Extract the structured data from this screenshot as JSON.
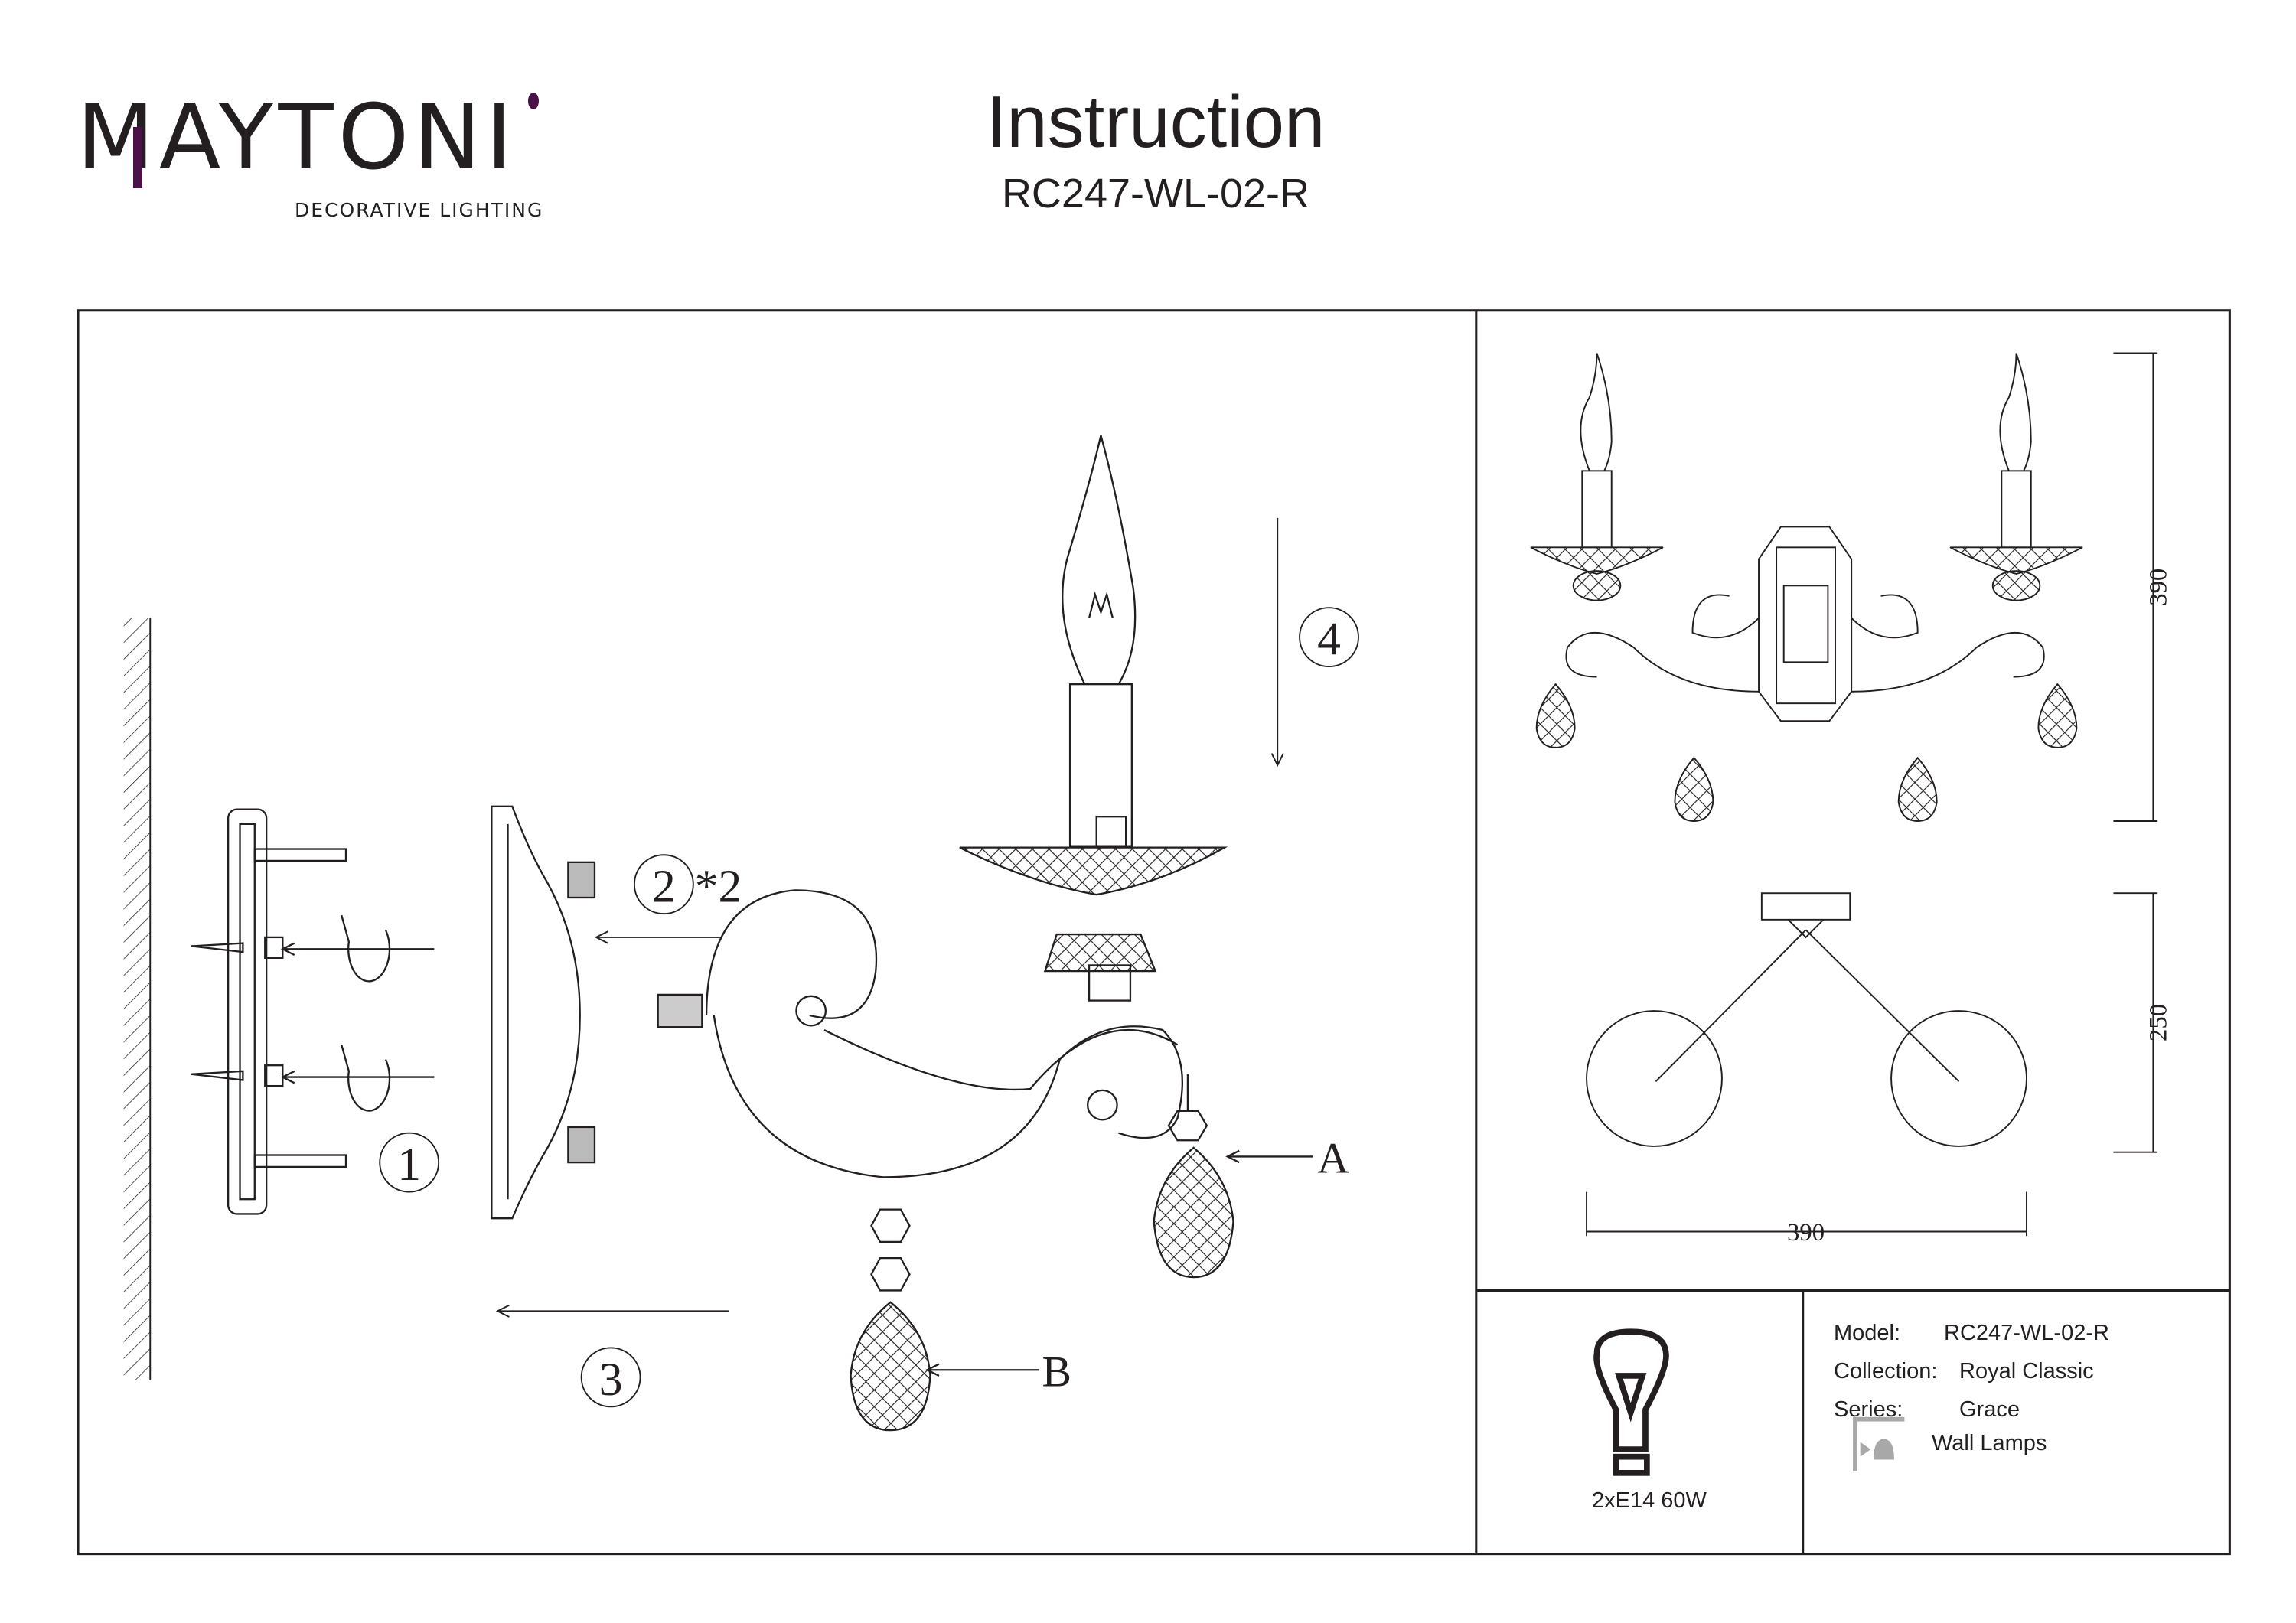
{
  "header": {
    "brand": "MAYTONI",
    "brand_tagline": "DECORATIVE LIGHTING",
    "brand_accent": "#4a1248",
    "title": "Instruction",
    "model": "RC247-WL-02-R"
  },
  "assembly": {
    "step_1": "1",
    "step_2": "2",
    "step_2_qty": "*2",
    "step_3": "3",
    "step_4": "4",
    "part_a": "A",
    "part_b": "B"
  },
  "dimensions": {
    "height": "390",
    "depth": "250",
    "width": "390"
  },
  "specs": {
    "bulb": "2xE14 60W",
    "model_label": "Model:",
    "model_value": "RC247-WL-02-R",
    "collection_label": "Collection:",
    "collection_value": "Royal Classic",
    "series_label": "Series:",
    "series_value": "Grace",
    "type_value": "Wall Lamps"
  }
}
